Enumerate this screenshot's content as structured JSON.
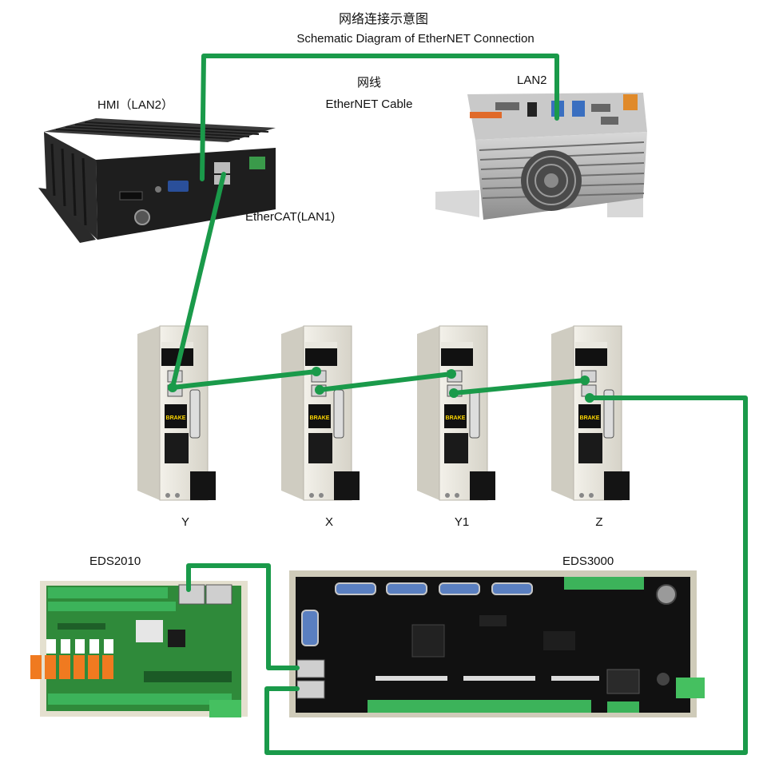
{
  "title": {
    "zh": "网络连接示意图",
    "en": "Schematic Diagram of EtherNET Connection"
  },
  "cable_label": {
    "zh": "网线",
    "en": "EtherNET Cable"
  },
  "devices": {
    "hmi": {
      "label": "HMI（LAN2）",
      "port_label": "EtherCAT(LAN1)"
    },
    "controller": {
      "label": "LAN2"
    },
    "drives": [
      {
        "axis": "Y",
        "brake_text": "BRAKE"
      },
      {
        "axis": "X",
        "brake_text": "BRAKE"
      },
      {
        "axis": "Y1",
        "brake_text": "BRAKE"
      },
      {
        "axis": "Z",
        "brake_text": "BRAKE"
      }
    ],
    "io_board_left": {
      "label": "EDS2010"
    },
    "io_board_right": {
      "label": "EDS3000"
    }
  },
  "colors": {
    "cable": "#1a9a4a",
    "device_dark": "#1b1b1b",
    "drive_body": "#e9e7df",
    "pcb_green": "#2f8a3a",
    "pcb_black": "#111111",
    "terminal_green": "#3cb35a",
    "relay_orange": "#f07a20",
    "connector_blue": "#5a7fc0"
  }
}
